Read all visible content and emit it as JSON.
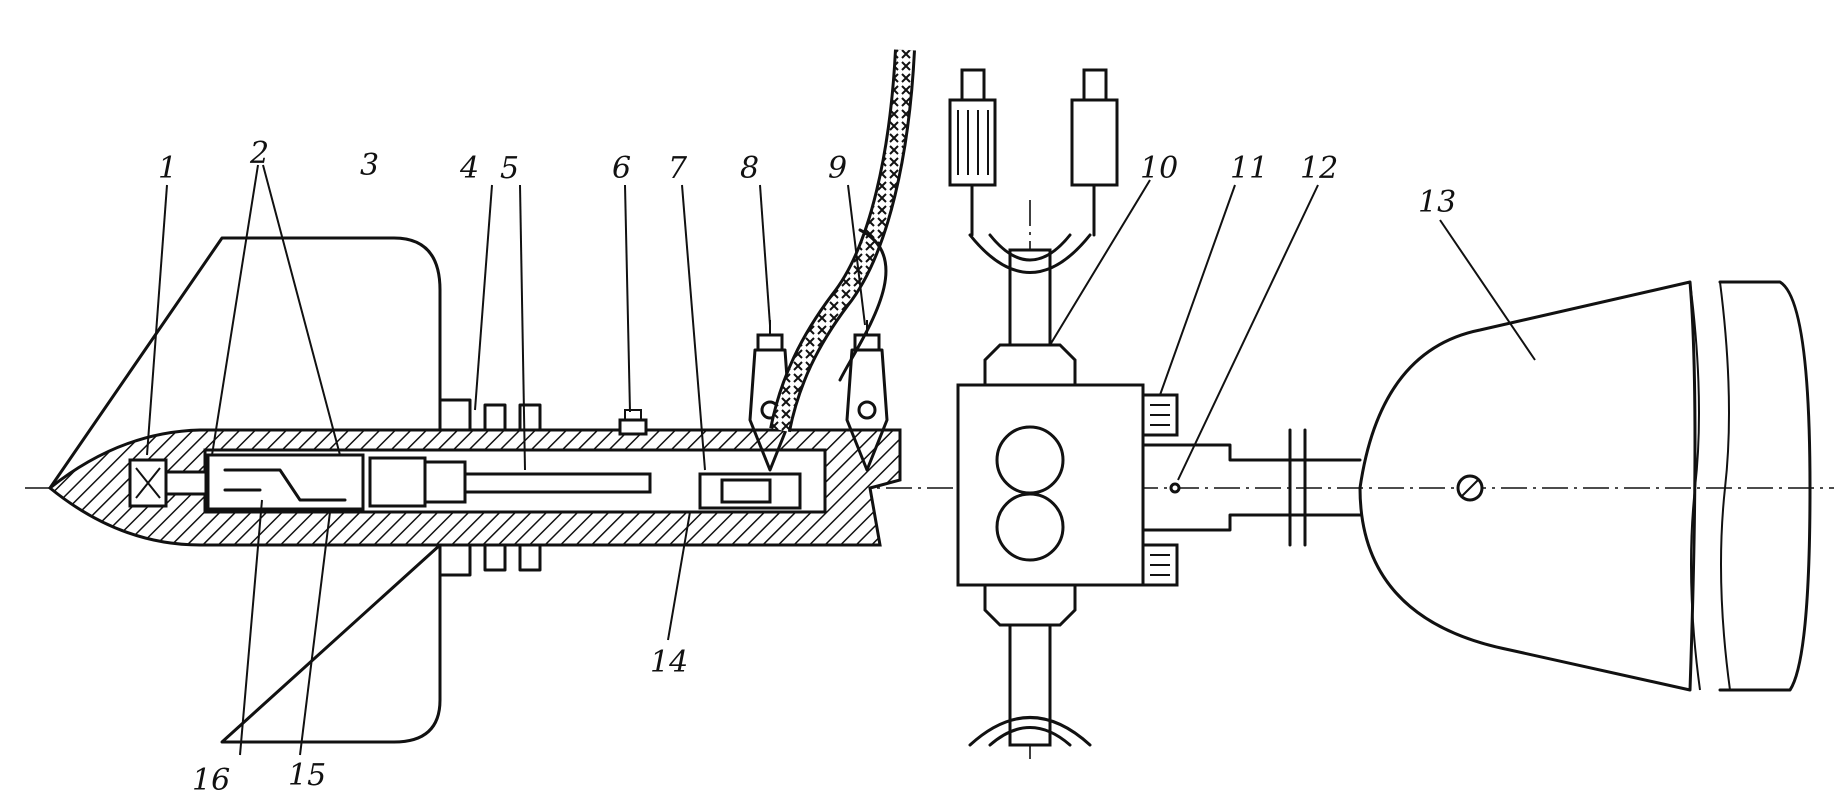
{
  "figure": {
    "callouts": [
      "1",
      "2",
      "3",
      "4",
      "5",
      "6",
      "7",
      "8",
      "9",
      "10",
      "11",
      "12",
      "13",
      "14",
      "15",
      "16"
    ]
  },
  "colors": {
    "ink": "#111111",
    "paper": "#ffffff"
  }
}
